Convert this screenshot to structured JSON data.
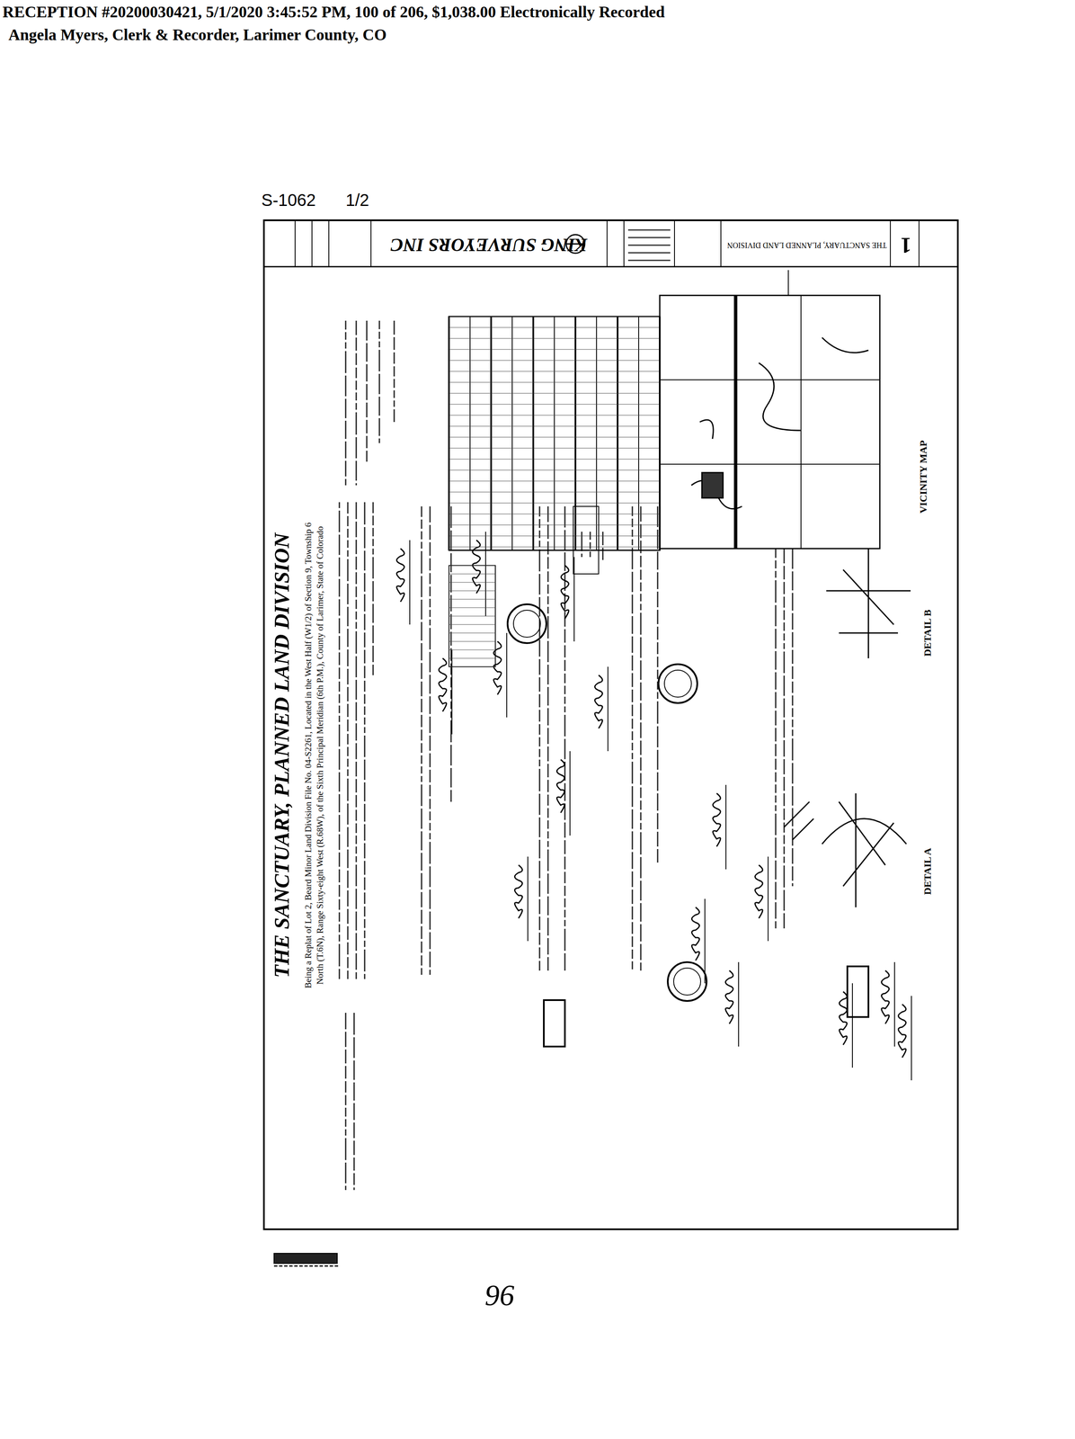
{
  "diagram": {
    "title": "THE SANCTUARY, PLANNED LAND DIVISION",
    "nodes": [
      {
        "text": [
          "KING SURVEYORS INC"
        ]
      },
      {
        "text": [
          "THE SANCTUARY, PLANNED LAND DIVISION"
        ]
      },
      {
        "text": [
          "1"
        ]
      }
    ],
    "labels": [
      "RECEPTION #20200030421,  5/1/2020 3:45:52 PM, 100 of 206, $1,038.00  Electronically Recorded",
      "Angela Myers, Clerk & Recorder, Larimer County, CO",
      "S-1062",
      "1/2",
      "Being a Replat of Lot 2, Beard Minor Land Division File No. 04-S2261, Located in the West Half (W1/2) of Section 9, Township 6 North (T.6N), Range Sixty-eight West (R.68W), of the Sixth Principal Meridian (6th P.M.), County of Larimer, State of Colorado",
      "VICINITY MAP",
      "DETAIL B",
      "DETAIL A",
      "96"
    ]
  }
}
